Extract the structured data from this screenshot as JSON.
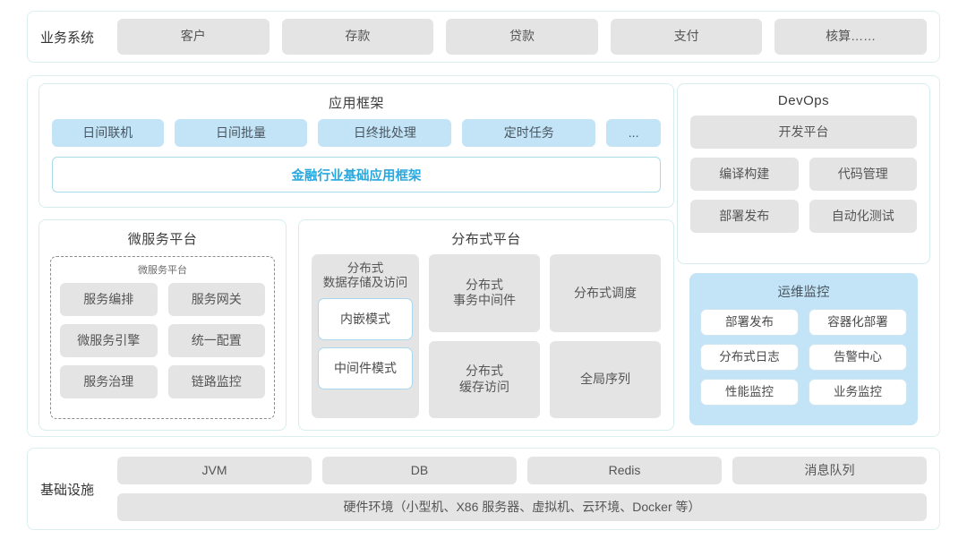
{
  "business_systems": {
    "label": "业务系统",
    "items": [
      {
        "label": "客户"
      },
      {
        "label": "存款"
      },
      {
        "label": "贷款"
      },
      {
        "label": "支付"
      },
      {
        "label": "核算……"
      }
    ]
  },
  "app_framework": {
    "title": "应用框架",
    "chips": [
      {
        "label": "日间联机",
        "flex": 2.05
      },
      {
        "label": "日间批量",
        "flex": 2.45
      },
      {
        "label": "日终批处理",
        "flex": 2.45
      },
      {
        "label": "定时任务",
        "flex": 2.45
      },
      {
        "label": "...",
        "flex": 1.0
      }
    ],
    "base_framework": "金融行业基础应用框架"
  },
  "microservice_platform": {
    "title": "微服务平台",
    "inner_title": "微服务平台",
    "items": [
      {
        "label": "服务编排"
      },
      {
        "label": "服务网关"
      },
      {
        "label": "微服务引擎"
      },
      {
        "label": "统一配置"
      },
      {
        "label": "服务治理"
      },
      {
        "label": "链路监控"
      }
    ]
  },
  "distributed_platform": {
    "title": "分布式平台",
    "storage_column": {
      "title": "分布式\n数据存储及访问",
      "title_line1": "分布式",
      "title_line2": "数据存储及访问",
      "modes": [
        {
          "label": "内嵌模式"
        },
        {
          "label": "中间件模式"
        }
      ]
    },
    "items": [
      {
        "label": "分布式\n事务中间件",
        "line1": "分布式",
        "line2": "事务中间件"
      },
      {
        "label": "分布式调度",
        "line1": "分布式调度",
        "line2": ""
      },
      {
        "label": "分布式\n缓存访问",
        "line1": "分布式",
        "line2": "缓存访问"
      },
      {
        "label": "全局序列",
        "line1": "全局序列",
        "line2": ""
      }
    ]
  },
  "devops": {
    "title": "DevOps",
    "platform": "开发平台",
    "items": [
      {
        "label": "编译构建"
      },
      {
        "label": "代码管理"
      },
      {
        "label": "部署发布"
      },
      {
        "label": "自动化测试"
      }
    ],
    "monitoring": {
      "title": "运维监控",
      "items": [
        {
          "label": "部署发布"
        },
        {
          "label": "容器化部署"
        },
        {
          "label": "分布式日志"
        },
        {
          "label": "告警中心"
        },
        {
          "label": "性能监控"
        },
        {
          "label": "业务监控"
        }
      ]
    }
  },
  "infrastructure": {
    "label": "基础设施",
    "items": [
      {
        "label": "JVM"
      },
      {
        "label": "DB"
      },
      {
        "label": "Redis"
      },
      {
        "label": "消息队列"
      }
    ],
    "hardware": "硬件环境（小型机、X86 服务器、虚拟机、云环境、Docker 等）"
  },
  "colors": {
    "panel_border": "#dcefef",
    "card_border": "#d6ecee",
    "chip_gray": "#e4e4e4",
    "chip_blue": "#c2e4f6",
    "accent_cyan": "#29a8dd",
    "text_dark": "#333333",
    "text_gray": "#555555"
  }
}
